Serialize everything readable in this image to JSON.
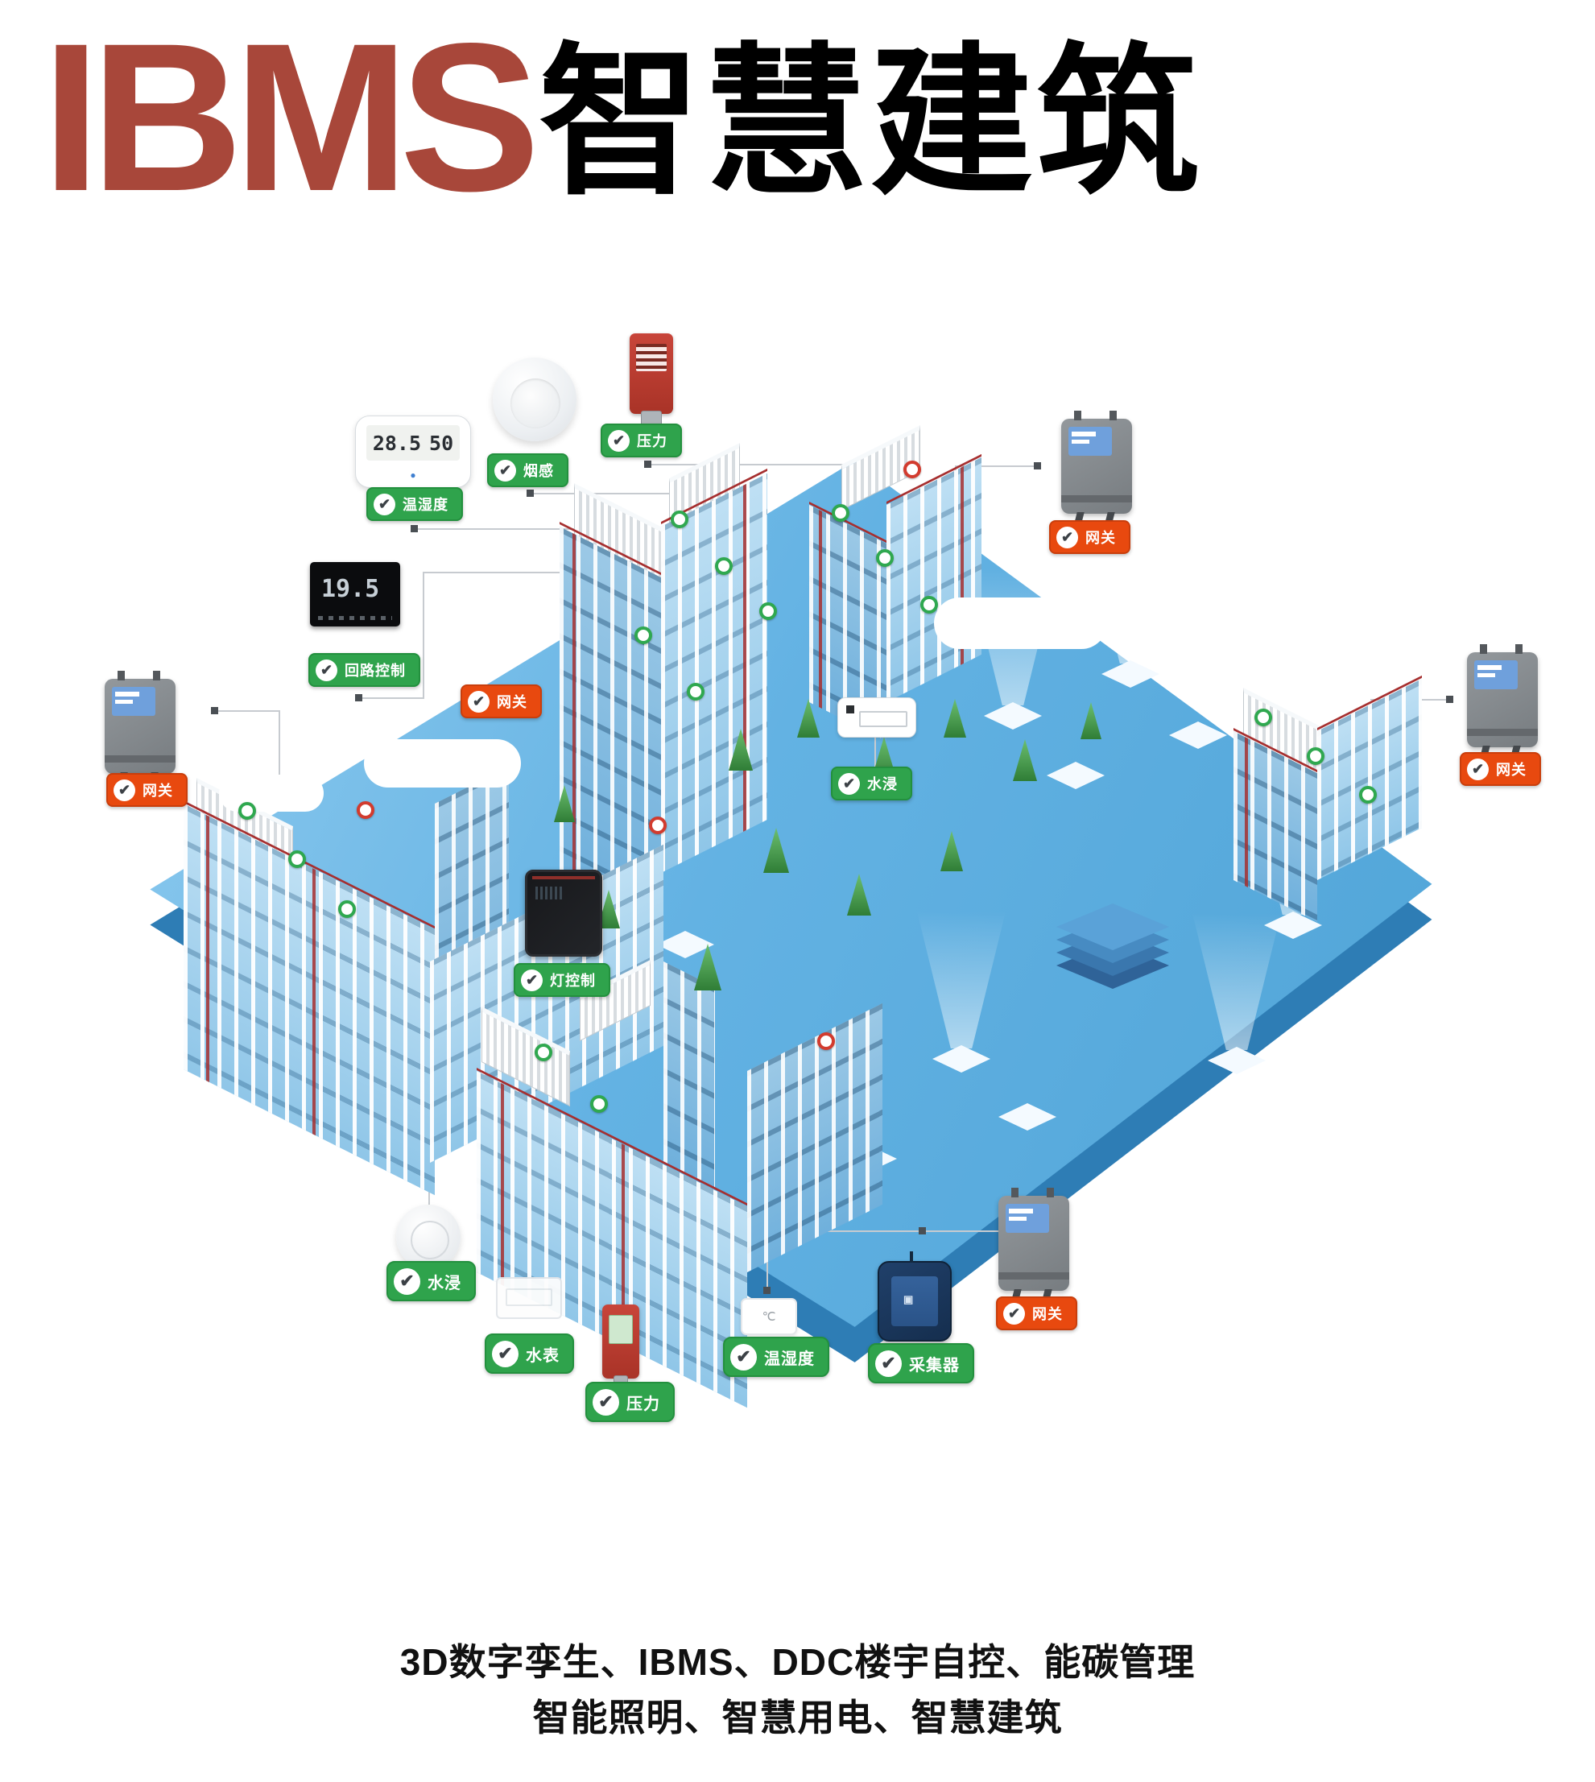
{
  "title": {
    "latin": "IBMS",
    "chinese": "智慧建筑"
  },
  "footer": {
    "line1": "3D数字孪生、IBMS、DDC楼宇自控、能碳管理",
    "line2": "智能照明、智慧用电、智慧建筑"
  },
  "colors": {
    "title_red": "#A8473A",
    "badge_sensor_green": "#2FA34C",
    "badge_gateway_orange": "#E8490F",
    "platform_blue": "#57ACDE",
    "building_glass_blue": "#A9D6F0",
    "pipe_red": "#A62F2F",
    "tree_green": "#4CAF50"
  },
  "check_icon_glyph": "✔",
  "devices": {
    "thermostat": {
      "temperature": "28.5",
      "humidity": "50"
    },
    "wall_thermostat": {
      "temperature": "19.5"
    },
    "temp_humidity_sensor_glyph": "℃"
  },
  "badges": [
    {
      "label": "温湿度",
      "type": "sensor"
    },
    {
      "label": "烟感",
      "type": "sensor"
    },
    {
      "label": "压力",
      "type": "sensor"
    },
    {
      "label": "网关",
      "type": "gateway"
    },
    {
      "label": "回路控制",
      "type": "sensor"
    },
    {
      "label": "网关",
      "type": "gateway"
    },
    {
      "label": "网关",
      "type": "gateway"
    },
    {
      "label": "水浸",
      "type": "sensor"
    },
    {
      "label": "网关",
      "type": "gateway"
    },
    {
      "label": "灯控制",
      "type": "sensor"
    },
    {
      "label": "水浸",
      "type": "sensor"
    },
    {
      "label": "水表",
      "type": "sensor"
    },
    {
      "label": "压力",
      "type": "sensor"
    },
    {
      "label": "温湿度",
      "type": "sensor"
    },
    {
      "label": "采集器",
      "type": "sensor"
    },
    {
      "label": "网关",
      "type": "gateway"
    }
  ]
}
